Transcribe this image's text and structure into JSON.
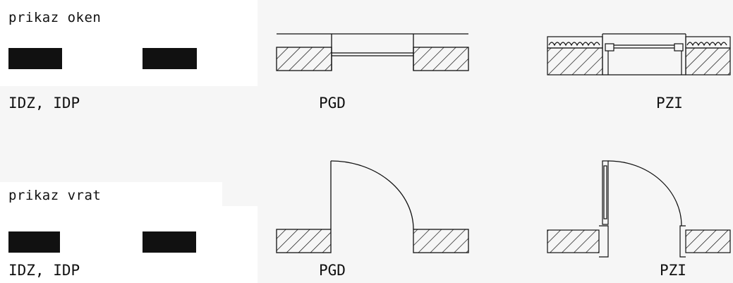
{
  "windows": {
    "heading": "prikaz oken",
    "captions": [
      "IDZ, IDP",
      "PGD",
      "PZI"
    ]
  },
  "doors": {
    "heading": "prikaz vrat",
    "captions": [
      "IDZ, IDP",
      "PGD",
      "PZI"
    ]
  },
  "colors": {
    "ink": "#111111",
    "band": "#f6f6f6"
  }
}
